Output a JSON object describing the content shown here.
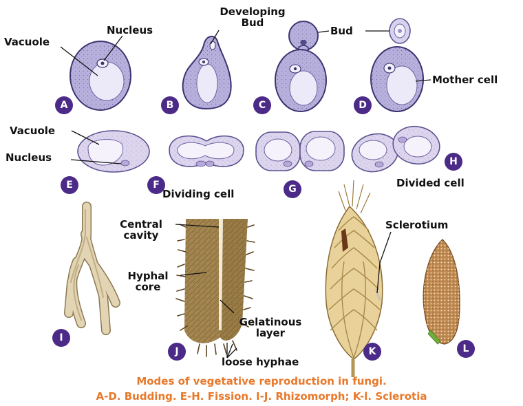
{
  "labels": {
    "nucleus_a": "Nucleus",
    "vacuole_a": "Vacuole",
    "developing_bud": "Developing\nBud",
    "bud": "Bud",
    "mother_cell": "Mother cell",
    "vacuole_e": "Vacuole",
    "nucleus_e": "Nucleus",
    "dividing_cell": "Dividing cell",
    "divided_cell": "Divided cell",
    "central_cavity": "Central\ncavity",
    "hyphal_core": "Hyphal\ncore",
    "gelatinous_layer": "Gelatinous\nlayer",
    "loose_hyphae": "loose hyphae",
    "sclerotium": "Sclerotium"
  },
  "badges": [
    "A",
    "B",
    "C",
    "D",
    "E",
    "F",
    "G",
    "H",
    "I",
    "J",
    "K",
    "L"
  ],
  "caption": {
    "line1": "Modes of vegetative reproduction in fungi.",
    "line2": "A-D. Budding. E-H. Fission. I-J. Rhizomorph; K-l. Sclerotia"
  },
  "colors": {
    "cell_fill": "#b8b0dc",
    "cell_stroke": "#3a3470",
    "vacuole": "#eceaf8",
    "fission_fill": "#ddd4ee",
    "badge": "#4b2a88",
    "caption": "#e8782a",
    "rhizomorph": "#e3d5b4",
    "hyphae": "#a48650",
    "ergot": "#e8d29a",
    "sclerotium": "#c08a52"
  }
}
